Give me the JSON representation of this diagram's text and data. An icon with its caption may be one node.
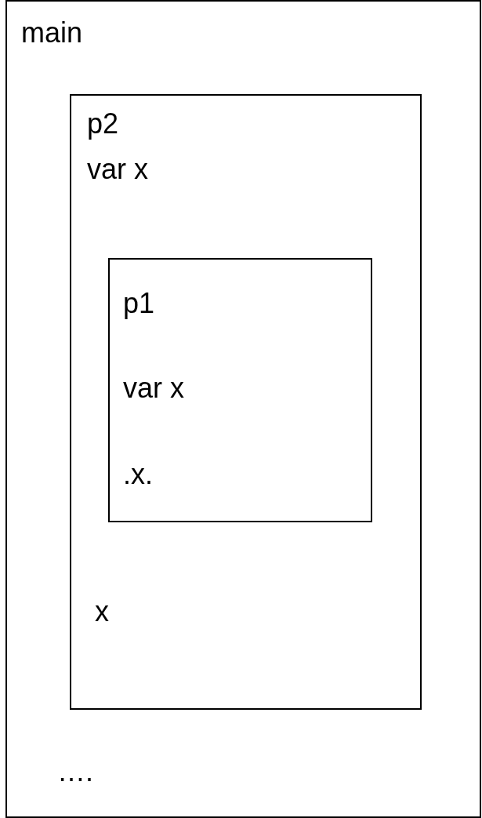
{
  "diagram": {
    "nodes": [
      {
        "text": [
          "main",
          "…."
        ]
      },
      {
        "text": [
          "p2",
          "var x",
          "x"
        ],
        "in": 0
      },
      {
        "text": [
          "p1",
          "var x",
          ".x."
        ],
        "in": 1
      }
    ]
  }
}
